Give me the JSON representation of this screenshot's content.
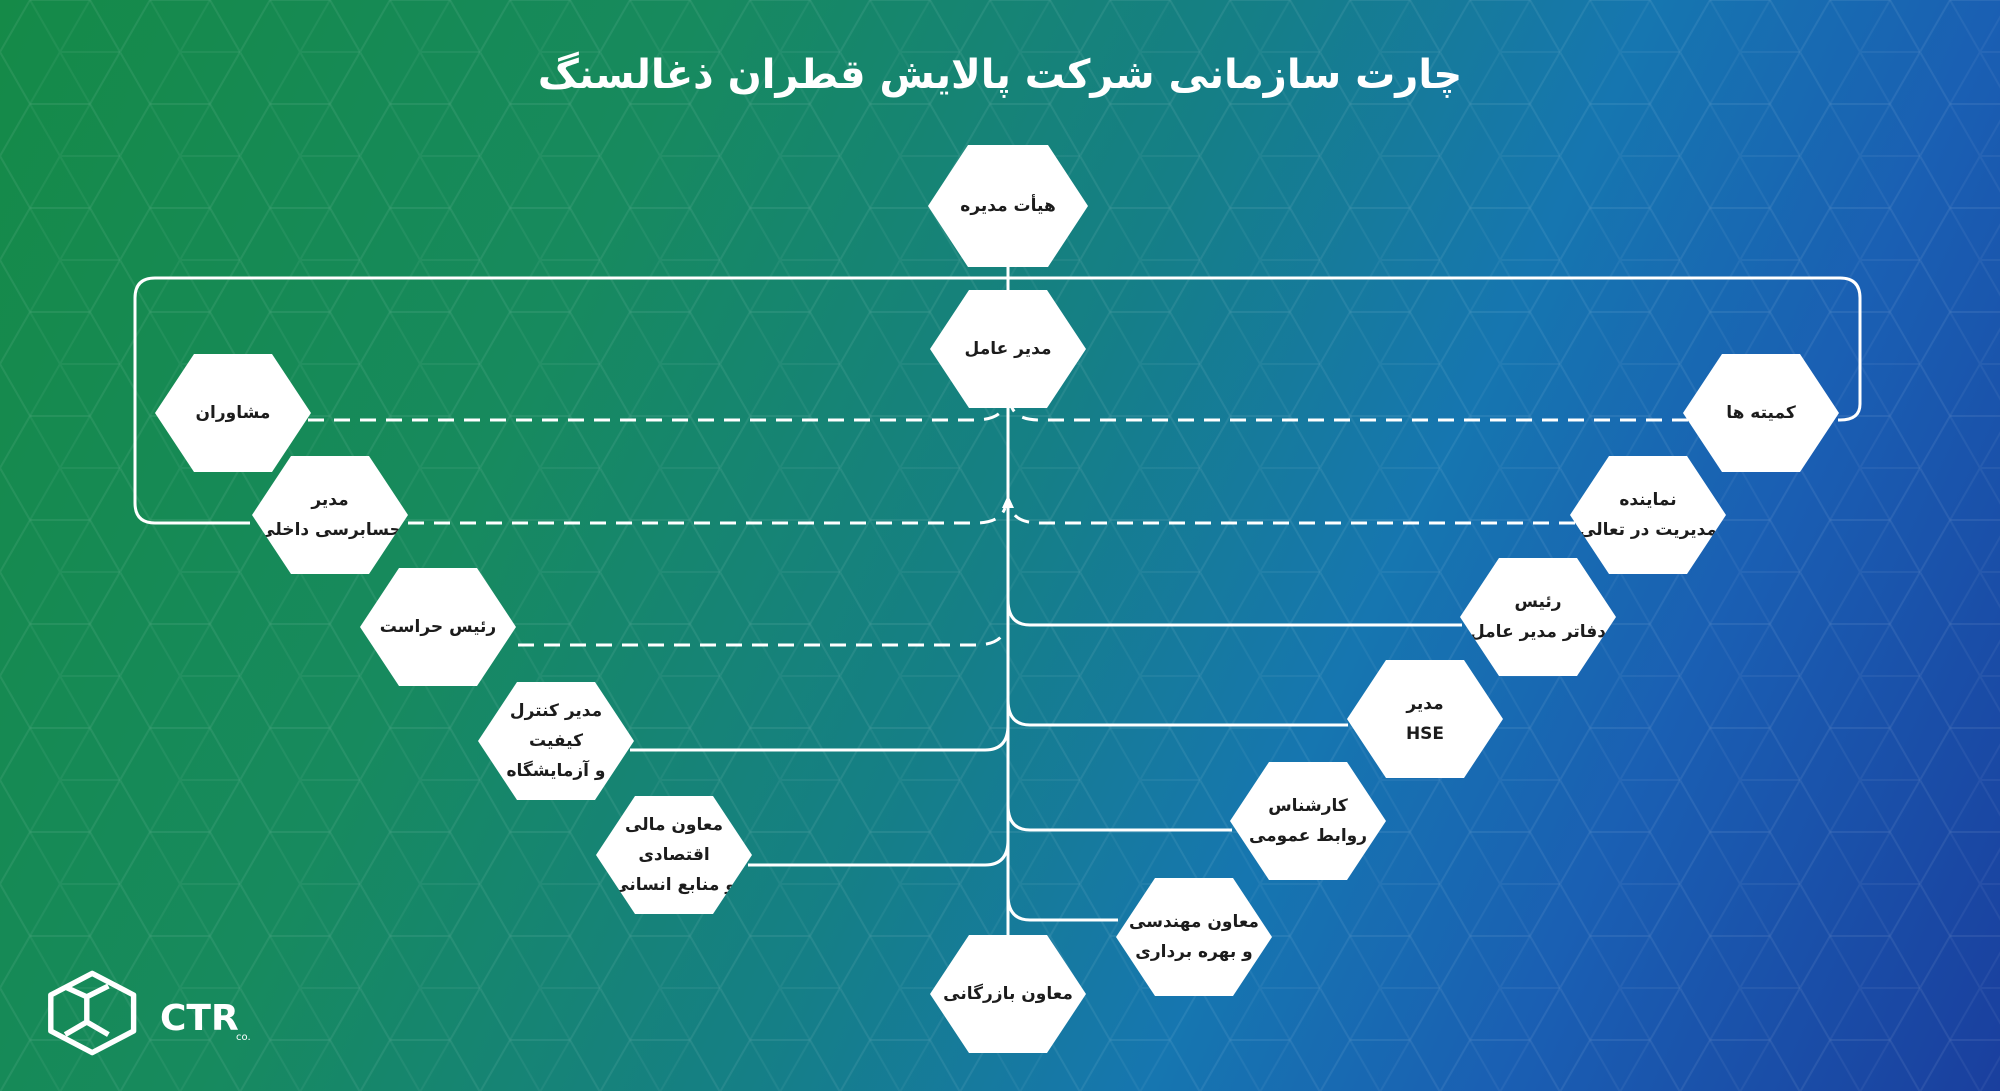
{
  "title": "چارت سازمانی شرکت پالایش قطران ذغالسنگ",
  "nodes": {
    "board": "هیأت مدیره",
    "ceo": "مدیر عامل",
    "advisors": "مشاوران",
    "committees": "کمیته ها",
    "internal_audit": "مدیر\nحسابرسی داخلی",
    "excellence_rep": "نماینده\nمدیریت در تعالی",
    "security": "رئیس حراست",
    "ceo_office": "رئیس\nدفاتر مدیر عامل",
    "hse": "مدیر\nHSE",
    "quality": "مدیر کنترل کیفیت\nو آزمایشگاه",
    "pr": "کارشناس\nروابط عمومی",
    "finance": "معاون مالی اقتصادی\nو منابع انسانی",
    "engineering": "معاون مهندسی\nو بهره برداری",
    "commercial": "معاون بازرگانی"
  },
  "logo": {
    "text": "CTR",
    "subtext": "co."
  },
  "colors": {
    "line": "#ffffff",
    "node_bg": "#ffffff",
    "text_dark": "#1c1c1c"
  }
}
